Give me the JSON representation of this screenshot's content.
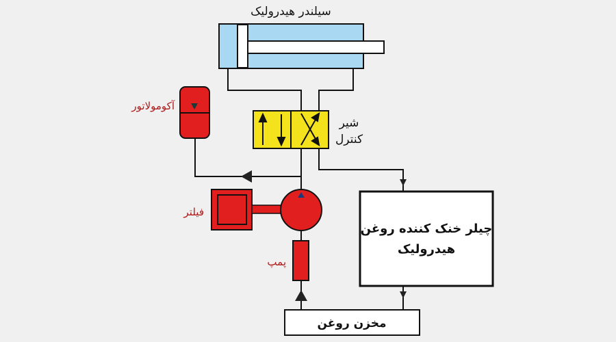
{
  "labels": {
    "cylinder": "سیلندر هیدرولیک",
    "valve_line1": "شیر",
    "valve_line2": "کنترل",
    "accumulator": "آکومولاتور",
    "filter": "فیلتر",
    "pump": "پمپ",
    "cooler_line1": "چیلر خنک کننده روغن",
    "cooler_line2": "هیدرولیک",
    "tank": "مخزن روغن"
  },
  "colors": {
    "background": "#f0f0f0",
    "cylinder": "#a9d9f2",
    "valve": "#f4e21c",
    "components_red": "#e11f1f",
    "label_red": "#b01818"
  }
}
